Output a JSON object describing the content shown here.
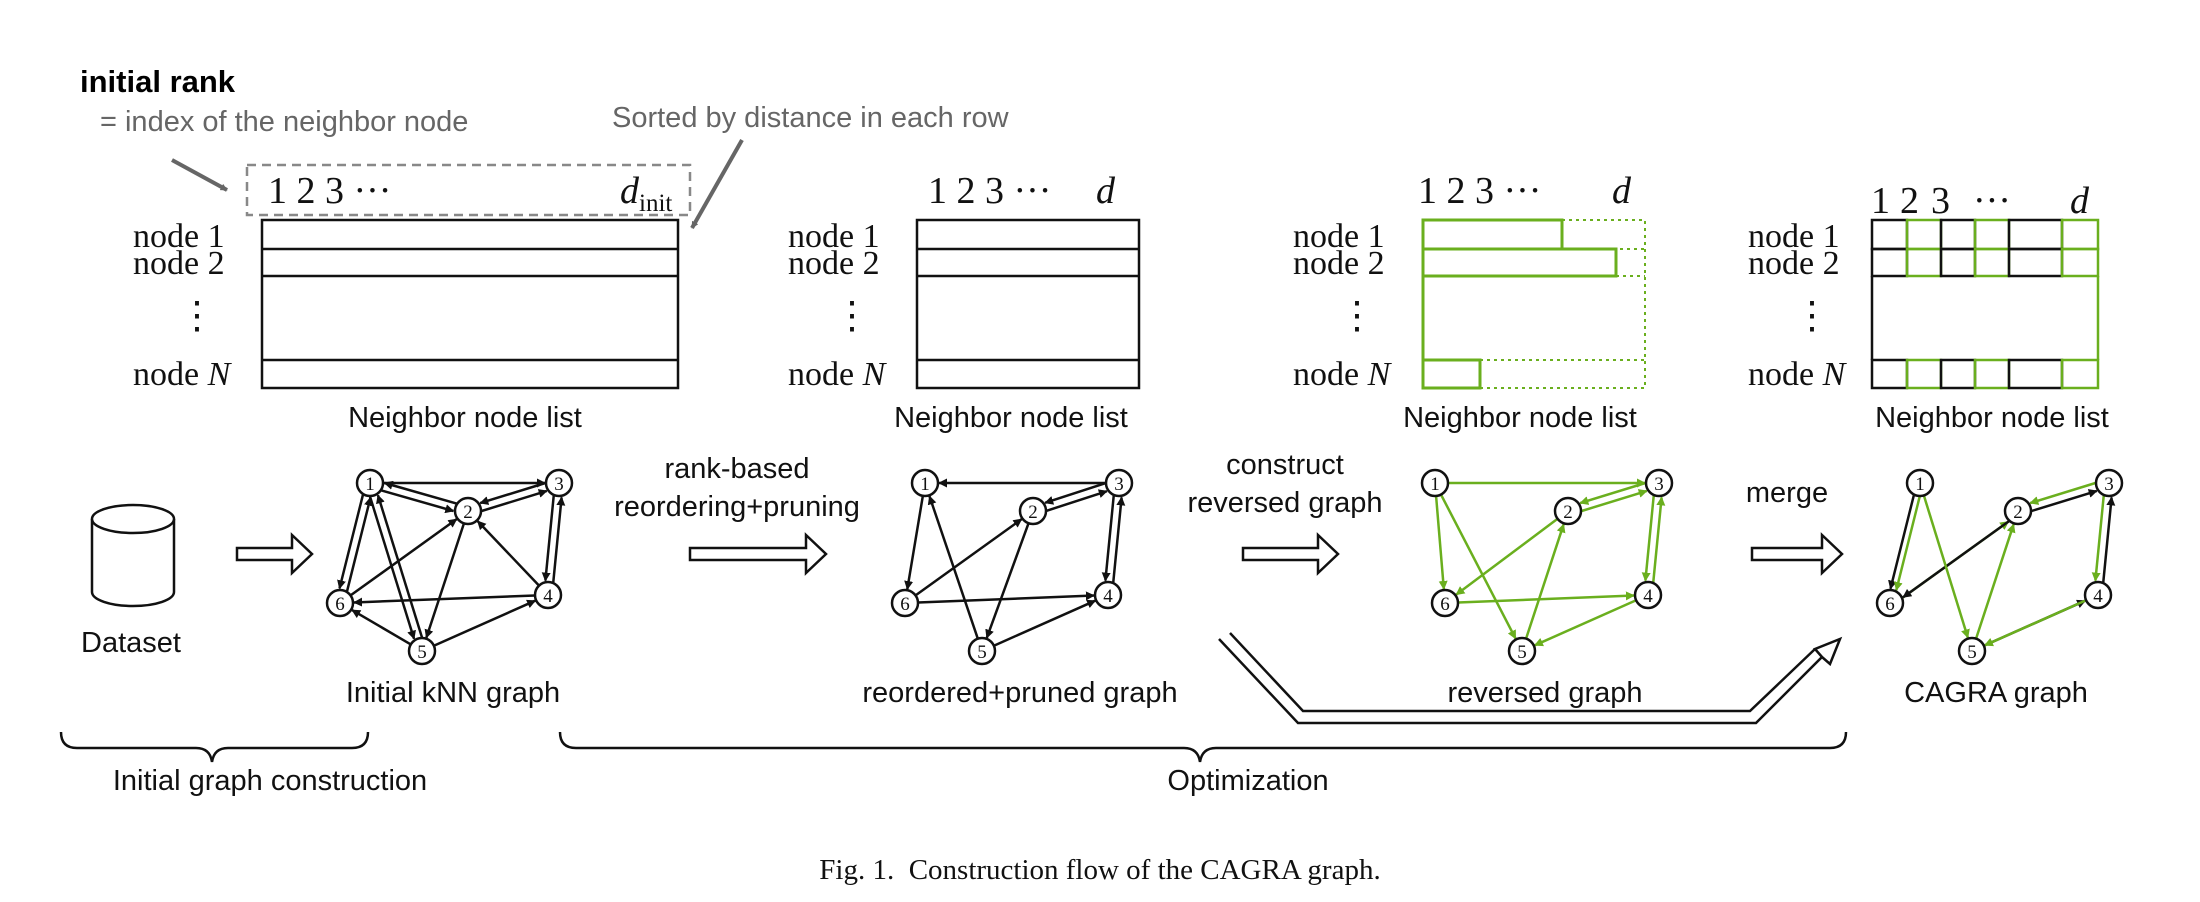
{
  "header": {
    "initial_rank_title": "initial rank",
    "initial_rank_desc": "= index of the neighbor node",
    "sorted_note": "Sorted by distance in each row"
  },
  "row_labels": {
    "node1": "node 1",
    "node2": "node 2",
    "ellipsis": "⋮",
    "nodeN_prefix": "node ",
    "nodeN_var": "N"
  },
  "col_headers": {
    "numbers": "1 2 3 ···",
    "d_init_base": "d",
    "d_init_sub": "init",
    "d": "d",
    "one": "1",
    "two": "2",
    "three": "3",
    "dots": "···"
  },
  "list_caption": "Neighbor node list",
  "node_ids": [
    "1",
    "2",
    "3",
    "4",
    "5",
    "6"
  ],
  "steps": {
    "dataset": "Dataset",
    "initial_knn": "Initial kNN graph",
    "reorder_line1": "rank-based",
    "reorder_line2": "reordering+pruning",
    "pruned_graph": "reordered+pruned graph",
    "construct_line1": "construct",
    "construct_line2": "reversed graph",
    "reversed_graph": "reversed graph",
    "merge": "merge",
    "cagra_graph": "CAGRA graph"
  },
  "phases": {
    "initial": "Initial graph construction",
    "optimization": "Optimization"
  },
  "caption": "Fig. 1.  Construction flow of the CAGRA graph.",
  "colors": {
    "black": "#111111",
    "green": "#6aaf1e",
    "gray": "#666666"
  }
}
